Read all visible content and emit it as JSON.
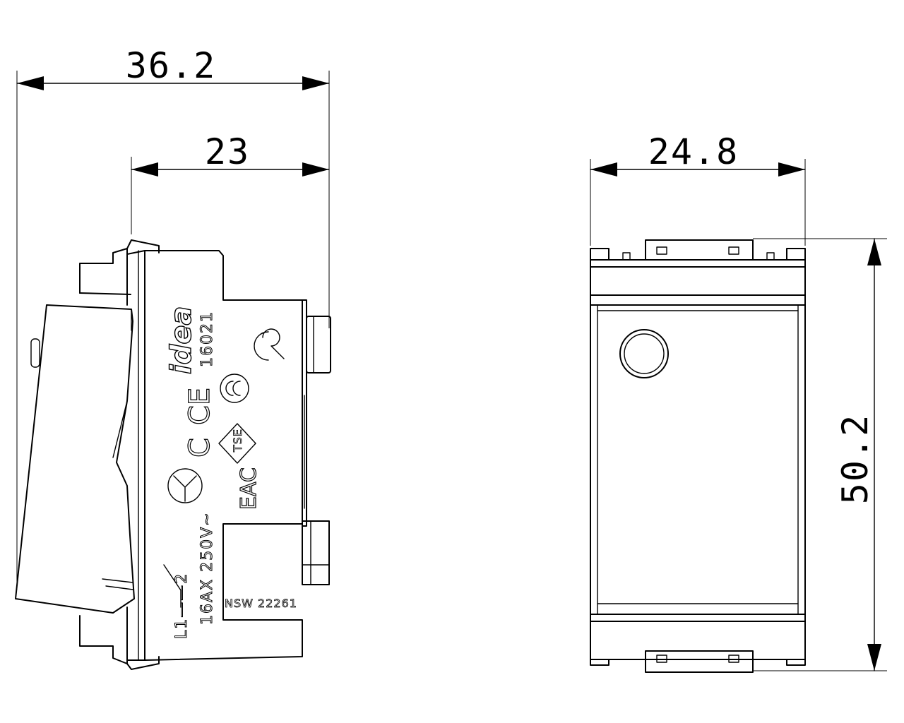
{
  "dimensions": {
    "overall_depth": "36.2",
    "body_depth": "23",
    "width": "24.8",
    "height": "50.2"
  },
  "markings": {
    "brand": "idea",
    "code": "16021",
    "terminals": "L1——2",
    "rating": "16AX 250V~",
    "standard": "NSW 22261",
    "tse": "TSE",
    "ce": "CE",
    "c_mark": "C",
    "eac": "EAC"
  }
}
